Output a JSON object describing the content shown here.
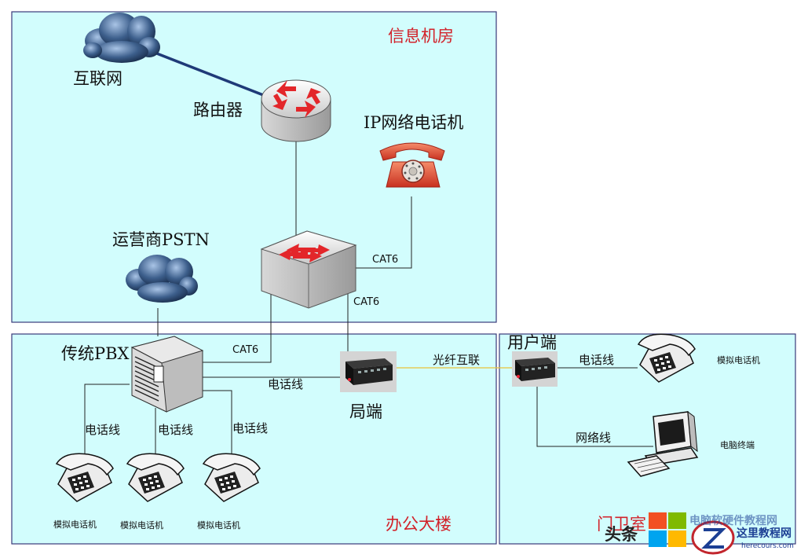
{
  "zones": {
    "info_room": "信息机房",
    "office": "办公大楼",
    "gate": "门卫室"
  },
  "devices": {
    "internet": "互联网",
    "router": "路由器",
    "ip_phone": "IP网络电话机",
    "pstn": "运营商PSTN",
    "pbx": "传统PBX",
    "local_end": "局端",
    "user_end": "用户端",
    "analog_phone": "模拟电话机",
    "pc_terminal": "电脑终端"
  },
  "links": {
    "cat6": "CAT6",
    "phone_line": "电话线",
    "fiber": "光纤互联",
    "network_line": "网络线"
  },
  "watermark": {
    "toutiao": "头条",
    "site_name": "这里教程网",
    "site_url": "herecours.com",
    "partial_text": "电脑软硬件教程网"
  }
}
